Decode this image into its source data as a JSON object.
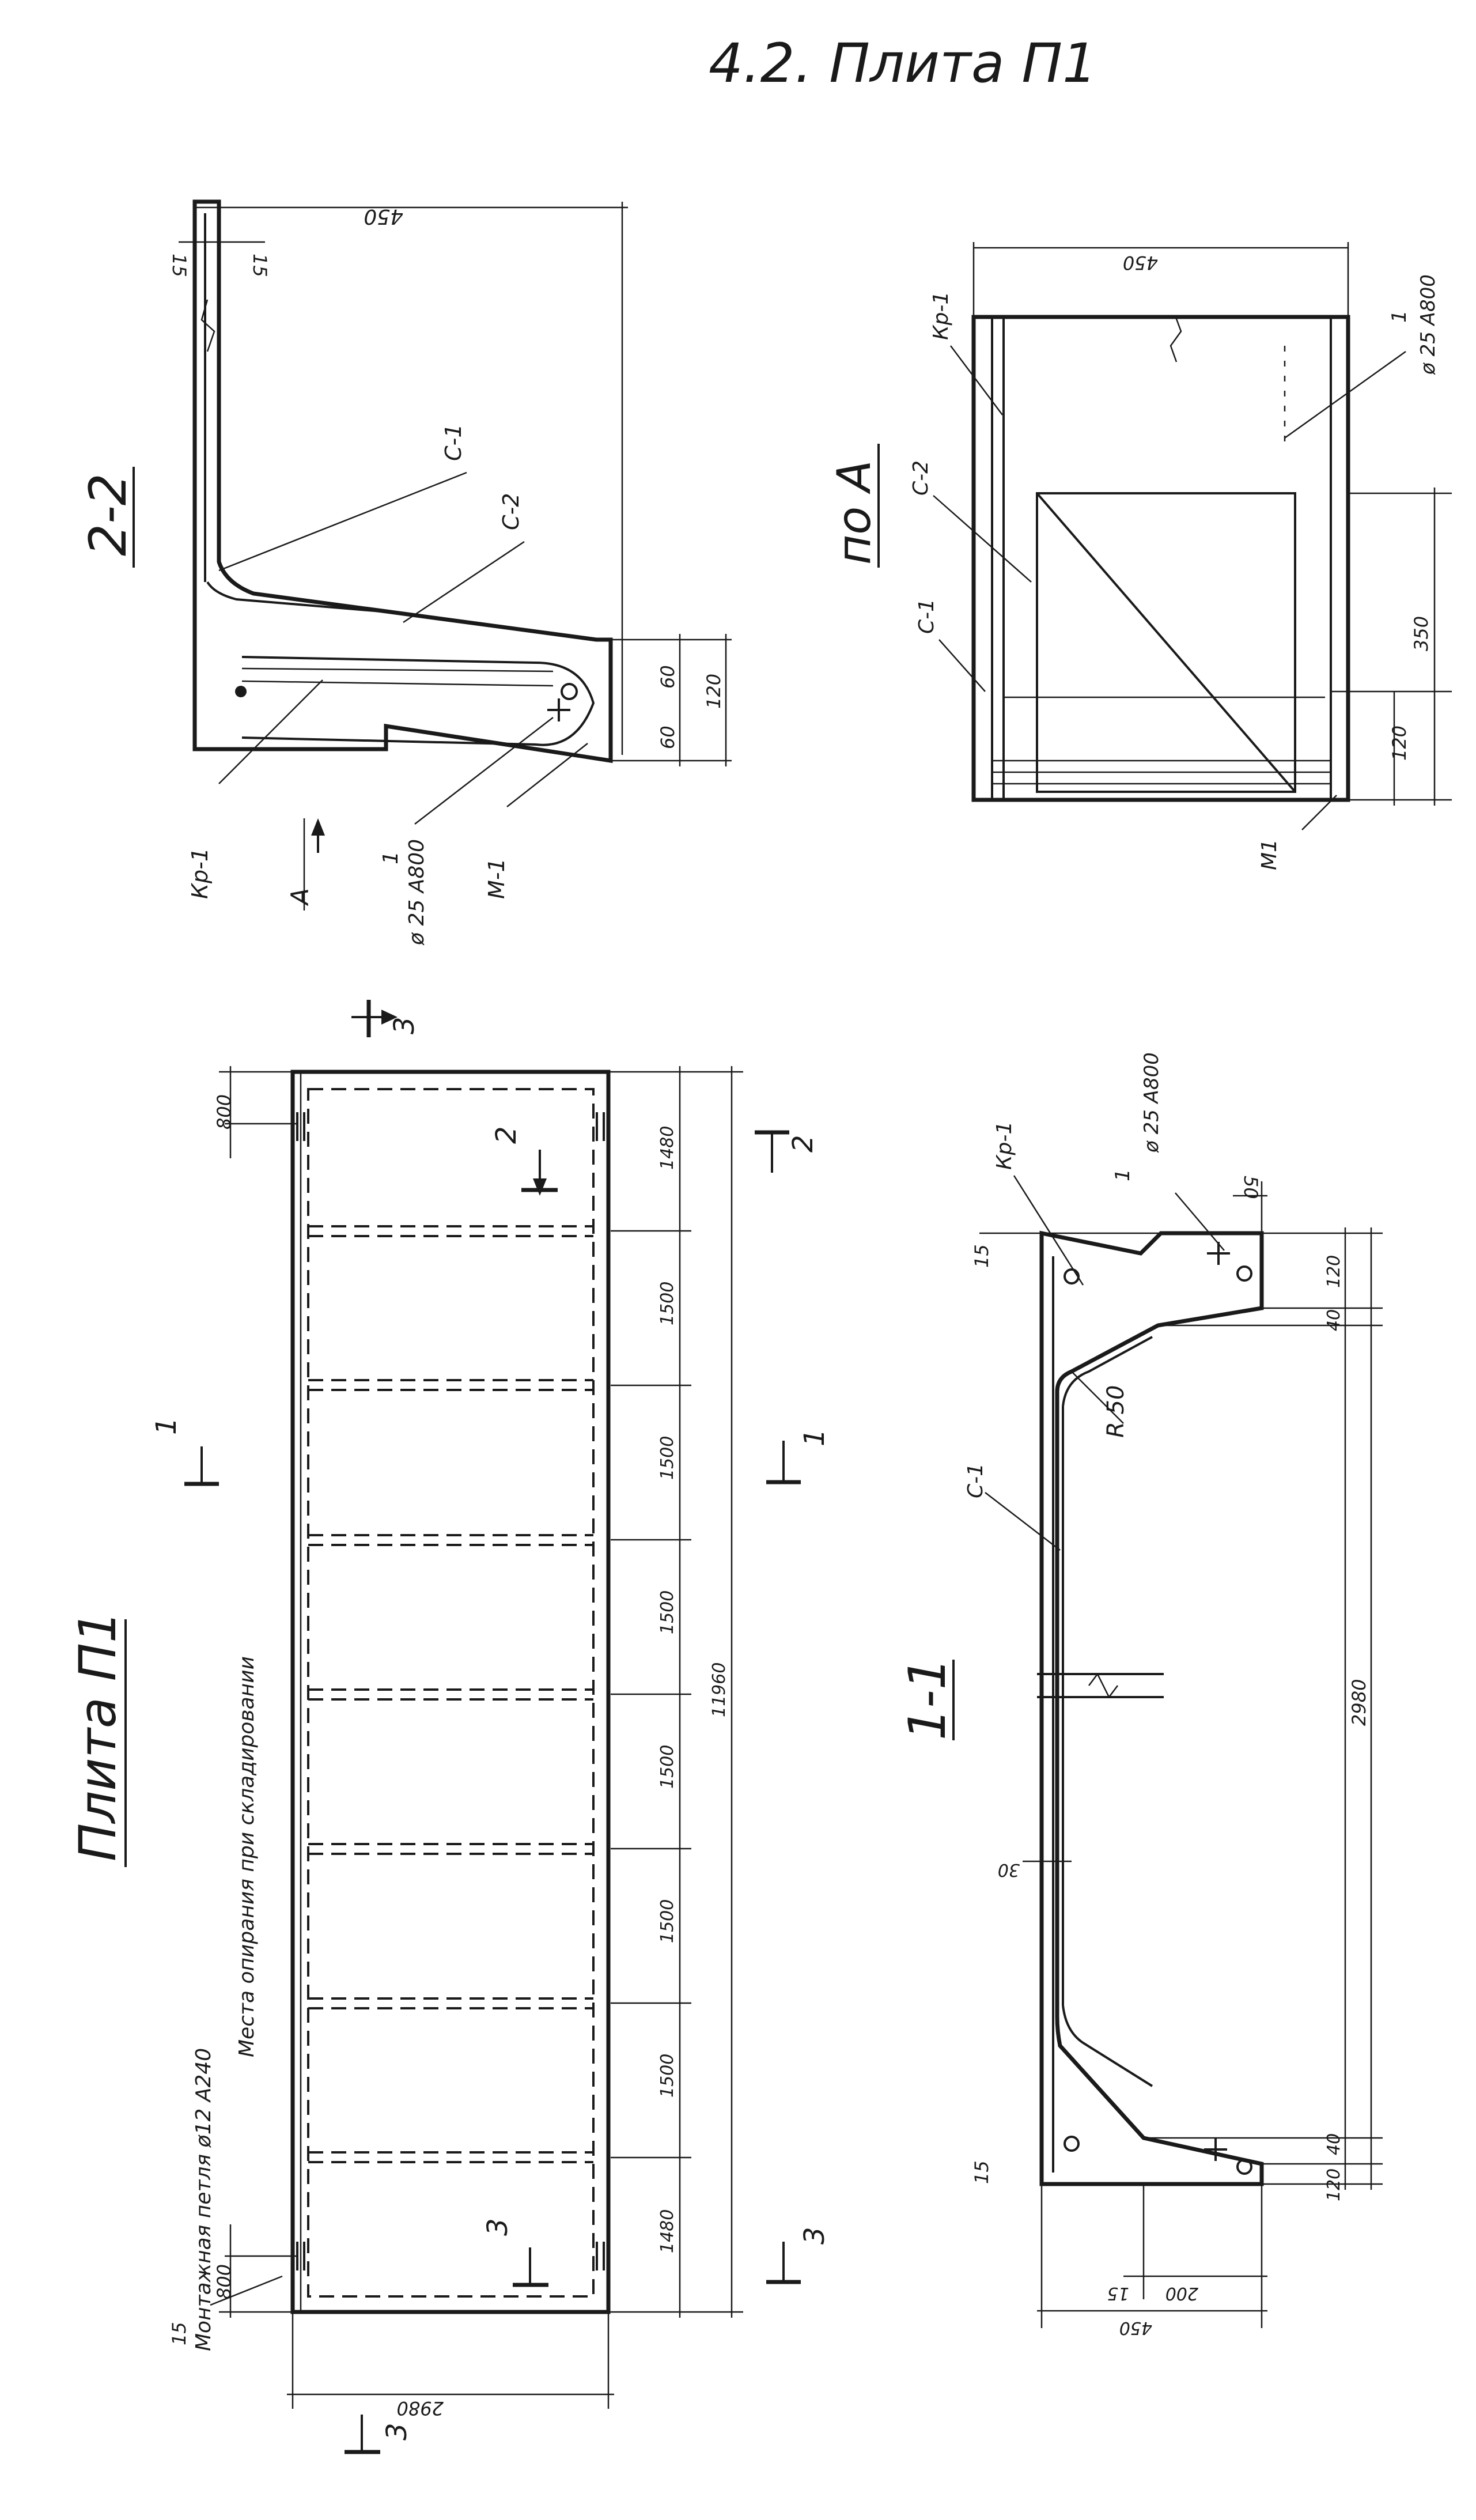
{
  "sheet_title": "4.2. Плита П1",
  "plan": {
    "title": "Плита П1",
    "loop_note": "Монтажная петля ø12 A240",
    "storage_note": "Места опирания при складировании",
    "label_15": "15",
    "dim_800_top": "800",
    "dim_800_bottom": "800",
    "width": "2980",
    "length": "11960",
    "segments": [
      "1480",
      "1500",
      "1500",
      "1500",
      "1500",
      "1500",
      "1500",
      "1480"
    ],
    "section_marks": [
      "1",
      "1",
      "2",
      "2",
      "3",
      "3",
      "3",
      "3"
    ]
  },
  "section_2_2": {
    "title": "2-2",
    "labels": [
      "С-1",
      "С-2",
      "Кр-1",
      "М-1"
    ],
    "bar_number": "1",
    "bar_spec": "ø 25 A800",
    "view_arrow": "A",
    "dims": [
      "15",
      "15",
      "450",
      "60",
      "60",
      "120"
    ]
  },
  "view_a": {
    "title": "по А",
    "labels": [
      "Кр-1",
      "С-2",
      "С-1",
      "М1"
    ],
    "bar_number": "1",
    "bar_spec": "ø 25 A800",
    "dims": [
      "450",
      "350",
      "120"
    ]
  },
  "section_1_1": {
    "title": "1-1",
    "labels": [
      "Кр-1",
      "С-1",
      "R 50"
    ],
    "bar_number": "1",
    "bar_spec": "ø 25 A800",
    "dims": [
      "15",
      "50",
      "120",
      "40",
      "2980",
      "30",
      "40",
      "120",
      "15",
      "15",
      "200",
      "450"
    ]
  }
}
